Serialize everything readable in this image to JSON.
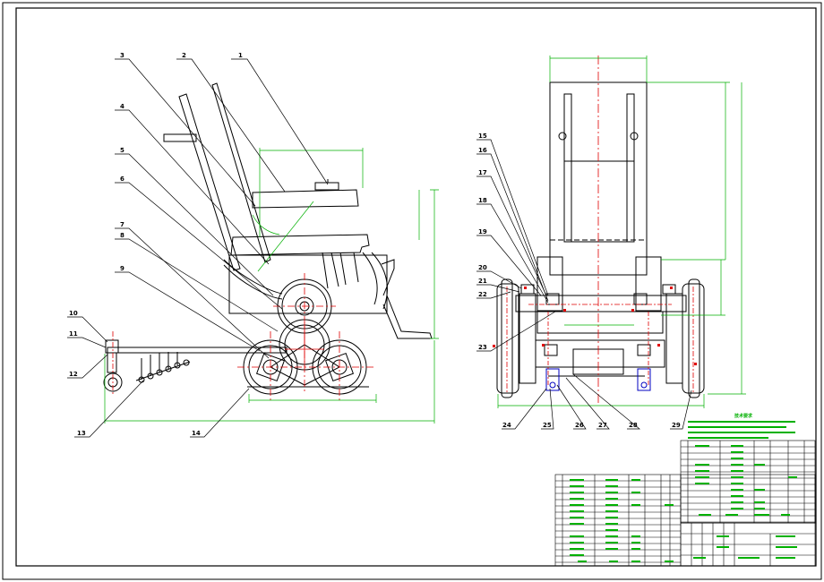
{
  "callouts": [
    "1",
    "2",
    "3",
    "4",
    "5",
    "6",
    "7",
    "8",
    "9",
    "10",
    "11",
    "12",
    "13",
    "14",
    "15",
    "16",
    "17",
    "18",
    "19",
    "20",
    "21",
    "22",
    "23",
    "24",
    "25",
    "26",
    "27",
    "28",
    "29"
  ],
  "tech_title": "技术要求",
  "tech_lines": [
    "",
    "",
    "",
    ""
  ],
  "dims": {
    "side_width": "",
    "side_height": "",
    "side_total": "",
    "front_width": "",
    "front_height": ""
  },
  "colors": {
    "outline": "#000000",
    "centerline": "#e00000",
    "dimension": "#00b000",
    "part": "#0000c0"
  }
}
